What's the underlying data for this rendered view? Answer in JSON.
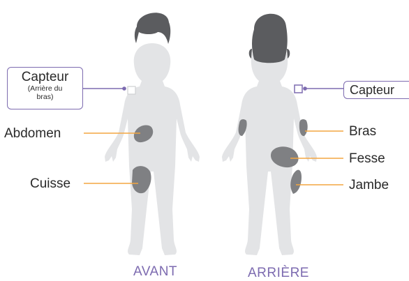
{
  "labels": {
    "capteur_front": "Capteur",
    "capteur_front_sub_1": "(Arrière du",
    "capteur_front_sub_2": "bras)",
    "capteur_back": "Capteur",
    "abdomen": "Abdomen",
    "cuisse": "Cuisse",
    "bras": "Bras",
    "fesse": "Fesse",
    "jambe": "Jambe"
  },
  "views": {
    "front": "AVANT",
    "back": "ARRIÈRE"
  },
  "colors": {
    "body": "#e3e4e6",
    "hair": "#5b5c5f",
    "site": "#7f8083",
    "leader": "#f4a640",
    "callout": "#7d6bb0",
    "text": "#2a2a2a"
  }
}
